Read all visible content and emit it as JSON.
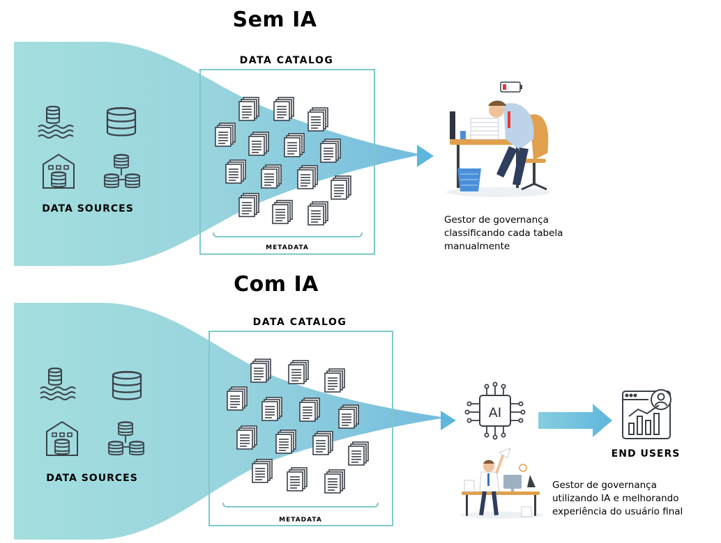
{
  "colors": {
    "teal_light": "#9fdcdc",
    "teal_mid": "#86c9dc",
    "teal_dark": "#5fb1d6",
    "frame": "#7ec9c9",
    "ink": "#3a3f47"
  },
  "top": {
    "title": "Sem IA",
    "catalog_label": "DATA CATALOG",
    "metadata_label": "METADATA",
    "sources_label": "DATA SOURCES",
    "caption_lines": [
      "Gestor de governança",
      "classificando cada tabela",
      "manualmente"
    ],
    "illustration": "tired-manager-illustration"
  },
  "bottom": {
    "title": "Com IA",
    "catalog_label": "DATA CATALOG",
    "metadata_label": "METADATA",
    "sources_label": "DATA SOURCES",
    "ai_chip_text": "AI",
    "end_users_label": "END USERS",
    "caption_lines": [
      "Gestor de governança",
      "utilizando IA e melhorando",
      "experiência do usuário final"
    ],
    "illustration": "happy-manager-illustration"
  },
  "icons": [
    "data-lake-icon",
    "database-icon",
    "warehouse-icon",
    "distributed-db-icon",
    "document-stack-icon",
    "ai-chip-icon",
    "analytics-dashboard-icon",
    "low-battery-icon"
  ]
}
